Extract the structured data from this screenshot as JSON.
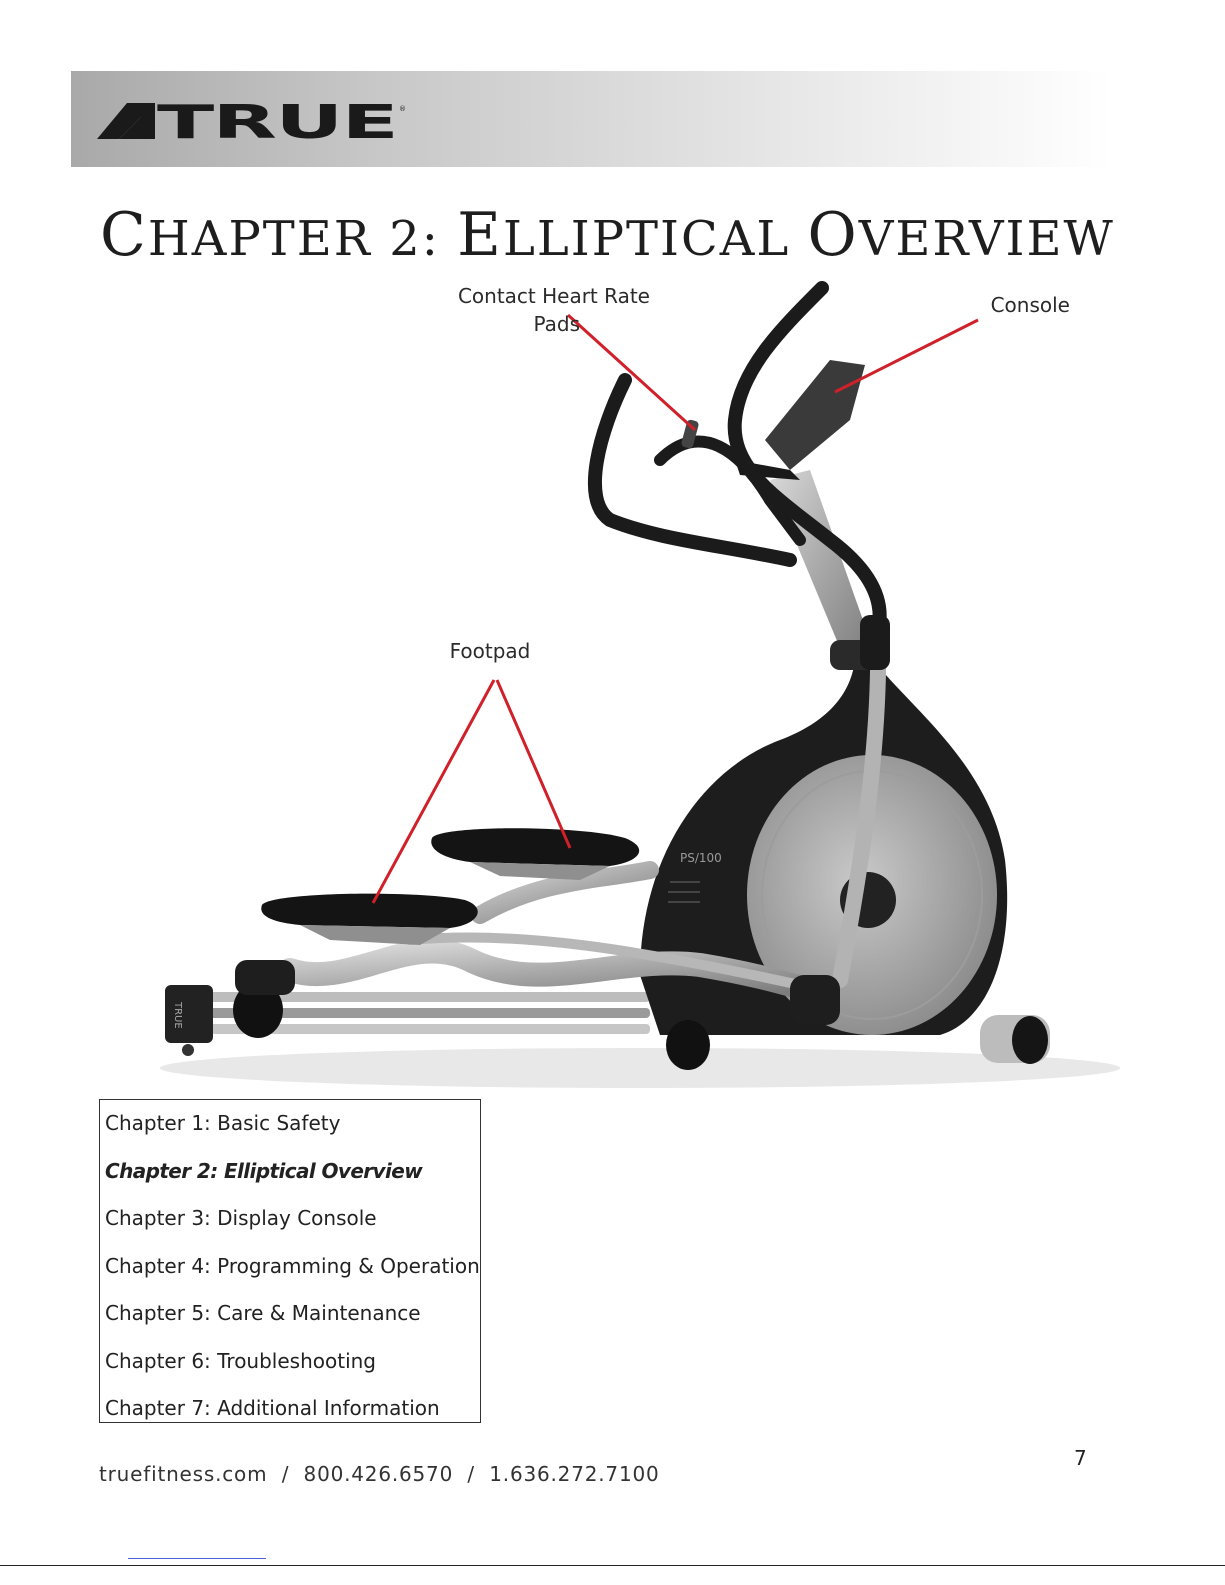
{
  "header": {
    "brand": "TRUE",
    "logo_icon": "true-mountain-logo-icon"
  },
  "title": {
    "first_letter_1": "C",
    "rest_1": "HAPTER 2: ",
    "first_letter_2": "E",
    "rest_2": "LLIPTICAL ",
    "first_letter_3": "O",
    "rest_3": "VERVIEW"
  },
  "callouts": {
    "heart_rate_line1": "Contact Heart Rate",
    "heart_rate_line2": "Pads",
    "console": "Console",
    "footpad": "Footpad",
    "line_color": "#d0202a"
  },
  "machine": {
    "model_label": "PS/100",
    "base_label": "TRUE"
  },
  "toc": {
    "items": [
      "Chapter 1: Basic Safety",
      "Chapter 2: Elliptical Overview",
      "Chapter 3: Display Console",
      "Chapter 4: Programming & Operation",
      "Chapter 5: Care & Maintenance",
      "Chapter 6: Troubleshooting",
      "Chapter 7: Additional Information"
    ],
    "current_index": 1
  },
  "footer": {
    "contact": "truefitness.com  /  800.426.6570  /  1.636.272.7100",
    "page_number": "7"
  }
}
